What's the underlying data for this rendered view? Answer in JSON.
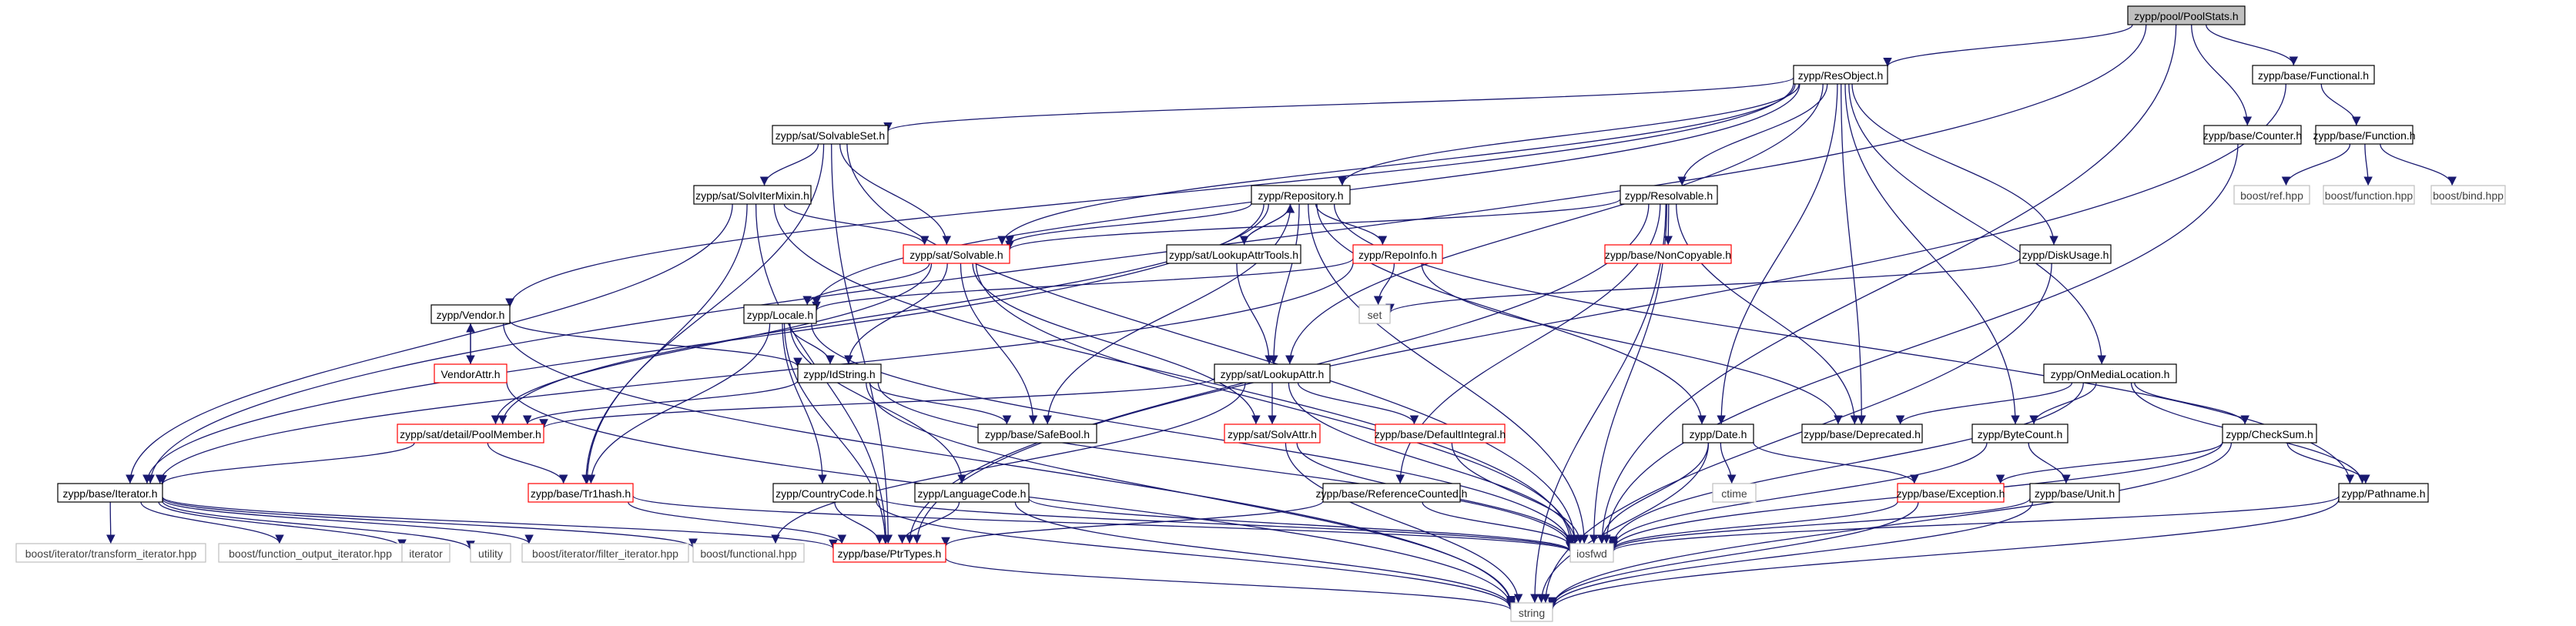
{
  "colors": {
    "edge": "#191970",
    "node_border": "#000000",
    "node_text": "#000000",
    "missing_border": "#bfbfbf",
    "missing_text": "#404040",
    "truncated_border": "#ff0000",
    "root_fill": "#bfbfbf",
    "normal_fill": "#ffffff"
  },
  "nodes": [
    {
      "id": "poolstats",
      "label": "zypp/pool/PoolStats.h",
      "kind": "root"
    },
    {
      "id": "resobject",
      "label": "zypp/ResObject.h",
      "kind": "normal"
    },
    {
      "id": "functional",
      "label": "zypp/base/Functional.h",
      "kind": "normal"
    },
    {
      "id": "solvableset",
      "label": "zypp/sat/SolvableSet.h",
      "kind": "normal"
    },
    {
      "id": "counter",
      "label": "zypp/base/Counter.h",
      "kind": "normal"
    },
    {
      "id": "function",
      "label": "zypp/base/Function.h",
      "kind": "normal"
    },
    {
      "id": "solvitermixin",
      "label": "zypp/sat/SolvIterMixin.h",
      "kind": "normal"
    },
    {
      "id": "repository",
      "label": "zypp/Repository.h",
      "kind": "normal"
    },
    {
      "id": "resolvable",
      "label": "zypp/Resolvable.h",
      "kind": "normal"
    },
    {
      "id": "boostref",
      "label": "boost/ref.hpp",
      "kind": "missing"
    },
    {
      "id": "boostfunction",
      "label": "boost/function.hpp",
      "kind": "missing"
    },
    {
      "id": "boostbind",
      "label": "boost/bind.hpp",
      "kind": "missing"
    },
    {
      "id": "solvable",
      "label": "zypp/sat/Solvable.h",
      "kind": "truncated"
    },
    {
      "id": "lookupattrtools",
      "label": "zypp/sat/LookupAttrTools.h",
      "kind": "normal"
    },
    {
      "id": "repoinfo",
      "label": "zypp/RepoInfo.h",
      "kind": "truncated"
    },
    {
      "id": "noncopyable",
      "label": "zypp/base/NonCopyable.h",
      "kind": "truncated"
    },
    {
      "id": "diskusage",
      "label": "zypp/DiskUsage.h",
      "kind": "normal"
    },
    {
      "id": "vendor",
      "label": "zypp/Vendor.h",
      "kind": "normal"
    },
    {
      "id": "locale",
      "label": "zypp/Locale.h",
      "kind": "normal"
    },
    {
      "id": "set",
      "label": "set",
      "kind": "missing"
    },
    {
      "id": "vendorattr",
      "label": "VendorAttr.h",
      "kind": "truncated"
    },
    {
      "id": "idstring",
      "label": "zypp/IdString.h",
      "kind": "normal"
    },
    {
      "id": "lookupattr",
      "label": "zypp/sat/LookupAttr.h",
      "kind": "normal"
    },
    {
      "id": "onmedialocation",
      "label": "zypp/OnMediaLocation.h",
      "kind": "normal"
    },
    {
      "id": "poolmember",
      "label": "zypp/sat/detail/PoolMember.h",
      "kind": "truncated"
    },
    {
      "id": "safebool",
      "label": "zypp/base/SafeBool.h",
      "kind": "normal"
    },
    {
      "id": "solvattr",
      "label": "zypp/sat/SolvAttr.h",
      "kind": "truncated"
    },
    {
      "id": "defaultintegral",
      "label": "zypp/base/DefaultIntegral.h",
      "kind": "truncated"
    },
    {
      "id": "date",
      "label": "zypp/Date.h",
      "kind": "normal"
    },
    {
      "id": "deprecated",
      "label": "zypp/base/Deprecated.h",
      "kind": "normal"
    },
    {
      "id": "bytecount",
      "label": "zypp/ByteCount.h",
      "kind": "normal"
    },
    {
      "id": "checksum",
      "label": "zypp/CheckSum.h",
      "kind": "normal"
    },
    {
      "id": "iterator",
      "label": "zypp/base/Iterator.h",
      "kind": "normal"
    },
    {
      "id": "trhash",
      "label": "zypp/base/Tr1hash.h",
      "kind": "truncated"
    },
    {
      "id": "countrycode",
      "label": "zypp/CountryCode.h",
      "kind": "normal"
    },
    {
      "id": "languagecode",
      "label": "zypp/LanguageCode.h",
      "kind": "normal"
    },
    {
      "id": "refcounted",
      "label": "zypp/base/ReferenceCounted.h",
      "kind": "normal"
    },
    {
      "id": "ctime",
      "label": "ctime",
      "kind": "missing"
    },
    {
      "id": "exception",
      "label": "zypp/base/Exception.h",
      "kind": "truncated"
    },
    {
      "id": "unit",
      "label": "zypp/base/Unit.h",
      "kind": "normal"
    },
    {
      "id": "pathname",
      "label": "zypp/Pathname.h",
      "kind": "normal"
    },
    {
      "id": "transformit",
      "label": "boost/iterator/transform_iterator.hpp",
      "kind": "missing"
    },
    {
      "id": "functionoutput",
      "label": "boost/function_output_iterator.hpp",
      "kind": "missing"
    },
    {
      "id": "iteratorstd",
      "label": "iterator",
      "kind": "missing"
    },
    {
      "id": "utility",
      "label": "utility",
      "kind": "missing"
    },
    {
      "id": "filterit",
      "label": "boost/iterator/filter_iterator.hpp",
      "kind": "missing"
    },
    {
      "id": "boostfunctional",
      "label": "boost/functional.hpp",
      "kind": "missing"
    },
    {
      "id": "iosfwd",
      "label": "iosfwd",
      "kind": "missing"
    },
    {
      "id": "ptrtypes",
      "label": "zypp/base/PtrTypes.h",
      "kind": "truncated"
    },
    {
      "id": "string",
      "label": "string",
      "kind": "missing"
    }
  ],
  "edges": [
    [
      "poolstats",
      "resobject"
    ],
    [
      "poolstats",
      "functional"
    ],
    [
      "poolstats",
      "counter"
    ],
    [
      "poolstats",
      "iterator"
    ],
    [
      "poolstats",
      "iosfwd"
    ],
    [
      "resobject",
      "solvableset"
    ],
    [
      "resobject",
      "repository"
    ],
    [
      "resobject",
      "resolvable"
    ],
    [
      "resobject",
      "diskusage"
    ],
    [
      "resobject",
      "vendor"
    ],
    [
      "resobject",
      "locale"
    ],
    [
      "resobject",
      "lookupattr"
    ],
    [
      "resobject",
      "onmedialocation"
    ],
    [
      "resobject",
      "date"
    ],
    [
      "resobject",
      "deprecated"
    ],
    [
      "resobject",
      "bytecount"
    ],
    [
      "resobject",
      "solvable"
    ],
    [
      "functional",
      "function"
    ],
    [
      "functional",
      "ptrtypes"
    ],
    [
      "function",
      "boostref"
    ],
    [
      "function",
      "boostfunction"
    ],
    [
      "function",
      "boostbind"
    ],
    [
      "counter",
      "iosfwd"
    ],
    [
      "solvableset",
      "solvitermixin"
    ],
    [
      "solvableset",
      "solvable"
    ],
    [
      "solvableset",
      "trhash"
    ],
    [
      "solvableset",
      "ptrtypes"
    ],
    [
      "solvableset",
      "iosfwd"
    ],
    [
      "solvitermixin",
      "solvable"
    ],
    [
      "solvitermixin",
      "iterator"
    ],
    [
      "solvitermixin",
      "trhash"
    ],
    [
      "solvitermixin",
      "ptrtypes"
    ],
    [
      "solvitermixin",
      "iosfwd"
    ],
    [
      "repository",
      "lookupattrtools"
    ],
    [
      "repository",
      "repoinfo"
    ],
    [
      "repository",
      "solvable"
    ],
    [
      "repository",
      "lookupattr"
    ],
    [
      "repository",
      "safebool"
    ],
    [
      "repository",
      "pathname"
    ],
    [
      "repository",
      "date"
    ],
    [
      "repository",
      "poolmember"
    ],
    [
      "repository",
      "iosfwd"
    ],
    [
      "repository",
      "iterator"
    ],
    [
      "lookupattrtools",
      "repository"
    ],
    [
      "lookupattrtools",
      "lookupattr"
    ],
    [
      "resolvable",
      "solvable"
    ],
    [
      "resolvable",
      "noncopyable"
    ],
    [
      "resolvable",
      "refcounted"
    ],
    [
      "resolvable",
      "deprecated"
    ],
    [
      "resolvable",
      "string"
    ],
    [
      "resolvable",
      "iosfwd"
    ],
    [
      "resolvable",
      "ptrtypes"
    ],
    [
      "solvable",
      "locale"
    ],
    [
      "solvable",
      "idstring"
    ],
    [
      "solvable",
      "solvattr"
    ],
    [
      "solvable",
      "safebool"
    ],
    [
      "solvable",
      "poolmember"
    ],
    [
      "solvable",
      "iosfwd"
    ],
    [
      "repoinfo",
      "set"
    ],
    [
      "repoinfo",
      "locale"
    ],
    [
      "repoinfo",
      "iterator"
    ],
    [
      "repoinfo",
      "deprecated"
    ],
    [
      "diskusage",
      "set"
    ],
    [
      "diskusage",
      "string"
    ],
    [
      "vendor",
      "vendorattr"
    ],
    [
      "vendor",
      "idstring"
    ],
    [
      "vendor",
      "string"
    ],
    [
      "vendorattr",
      "vendor"
    ],
    [
      "vendorattr",
      "string"
    ],
    [
      "locale",
      "idstring"
    ],
    [
      "locale",
      "countrycode"
    ],
    [
      "locale",
      "languagecode"
    ],
    [
      "locale",
      "trhash"
    ],
    [
      "locale",
      "ptrtypes"
    ],
    [
      "locale",
      "iosfwd"
    ],
    [
      "idstring",
      "poolmember"
    ],
    [
      "idstring",
      "safebool"
    ],
    [
      "idstring",
      "iosfwd"
    ],
    [
      "idstring",
      "string"
    ],
    [
      "lookupattr",
      "poolmember"
    ],
    [
      "lookupattr",
      "solvattr"
    ],
    [
      "lookupattr",
      "defaultintegral"
    ],
    [
      "lookupattr",
      "boostfunctional"
    ],
    [
      "lookupattr",
      "iosfwd"
    ],
    [
      "onmedialocation",
      "bytecount"
    ],
    [
      "onmedialocation",
      "checksum"
    ],
    [
      "onmedialocation",
      "pathname"
    ],
    [
      "onmedialocation",
      "deprecated"
    ],
    [
      "onmedialocation",
      "iosfwd"
    ],
    [
      "poolmember",
      "iterator"
    ],
    [
      "poolmember",
      "trhash"
    ],
    [
      "solvattr",
      "iosfwd"
    ],
    [
      "solvattr",
      "string"
    ],
    [
      "defaultintegral",
      "iosfwd"
    ],
    [
      "date",
      "ctime"
    ],
    [
      "date",
      "exception"
    ],
    [
      "date",
      "iosfwd"
    ],
    [
      "date",
      "string"
    ],
    [
      "bytecount",
      "unit"
    ],
    [
      "bytecount",
      "iosfwd"
    ],
    [
      "checksum",
      "exception"
    ],
    [
      "checksum",
      "pathname"
    ],
    [
      "checksum",
      "iosfwd"
    ],
    [
      "checksum",
      "string"
    ],
    [
      "iterator",
      "transformit"
    ],
    [
      "iterator",
      "functionoutput"
    ],
    [
      "iterator",
      "iteratorstd"
    ],
    [
      "iterator",
      "utility"
    ],
    [
      "iterator",
      "filterit"
    ],
    [
      "iterator",
      "boostfunctional"
    ],
    [
      "iterator",
      "ptrtypes"
    ],
    [
      "trhash",
      "ptrtypes"
    ],
    [
      "trhash",
      "iosfwd"
    ],
    [
      "countrycode",
      "ptrtypes"
    ],
    [
      "countrycode",
      "string"
    ],
    [
      "countrycode",
      "iosfwd"
    ],
    [
      "languagecode",
      "ptrtypes"
    ],
    [
      "languagecode",
      "string"
    ],
    [
      "languagecode",
      "iosfwd"
    ],
    [
      "refcounted",
      "ptrtypes"
    ],
    [
      "refcounted",
      "iosfwd"
    ],
    [
      "exception",
      "iosfwd"
    ],
    [
      "exception",
      "string"
    ],
    [
      "unit",
      "iosfwd"
    ],
    [
      "unit",
      "string"
    ],
    [
      "pathname",
      "iosfwd"
    ],
    [
      "pathname",
      "string"
    ],
    [
      "ptrtypes",
      "string"
    ]
  ]
}
